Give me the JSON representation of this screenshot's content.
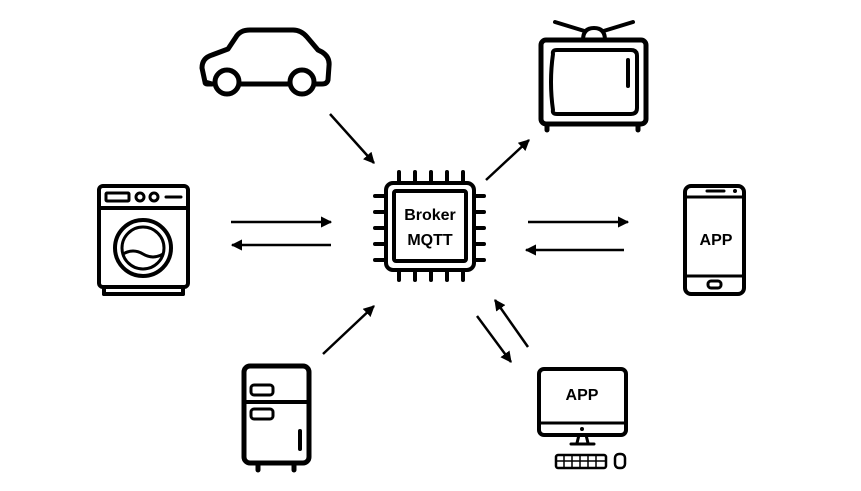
{
  "broker": {
    "line1": "Broker",
    "line2": "MQTT",
    "icon": "cpu-chip-icon"
  },
  "devices": [
    {
      "id": "car",
      "icon": "car-icon",
      "link": "device-to-broker"
    },
    {
      "id": "tv",
      "icon": "tv-icon",
      "link": "broker-to-device"
    },
    {
      "id": "washing-machine",
      "icon": "washing-machine-icon",
      "link": "bidirectional"
    },
    {
      "id": "smartphone",
      "icon": "smartphone-icon",
      "label": "APP",
      "link": "bidirectional"
    },
    {
      "id": "fridge",
      "icon": "fridge-icon",
      "link": "device-to-broker"
    },
    {
      "id": "desktop",
      "icon": "desktop-computer-icon",
      "label": "APP",
      "link": "bidirectional"
    }
  ],
  "labels": {
    "phone_app": "APP",
    "desktop_app": "APP"
  },
  "colors": {
    "stroke": "#000000",
    "background": "#ffffff"
  }
}
